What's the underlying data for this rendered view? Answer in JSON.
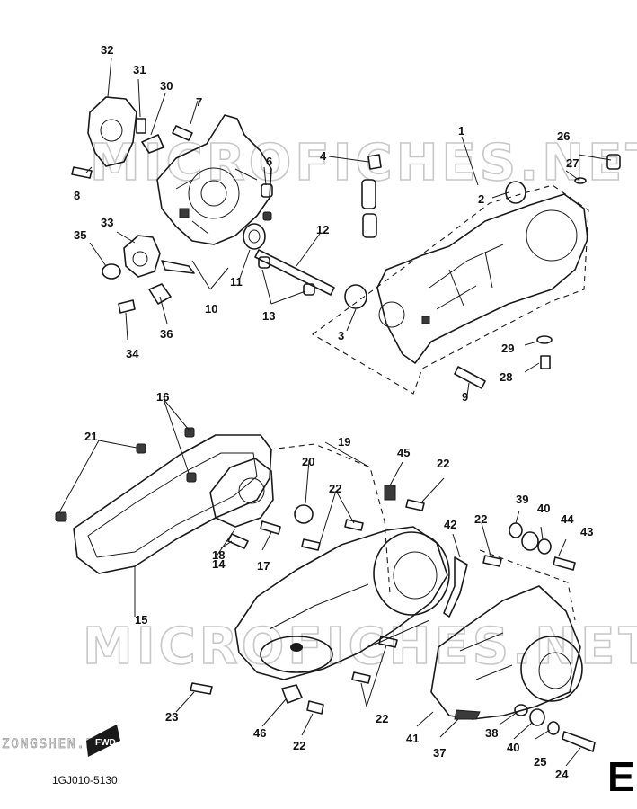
{
  "diagram": {
    "watermark": "MICROFICHES.NET",
    "footer_watermark": "ZONGSHEN.RU",
    "drawing_code": "1GJ010-5130",
    "section_letter": "E",
    "fwd_label": "FWD",
    "callouts": [
      {
        "id": "c1",
        "text": "1"
      },
      {
        "id": "c2",
        "text": "2"
      },
      {
        "id": "c3",
        "text": "3"
      },
      {
        "id": "c4",
        "text": "4"
      },
      {
        "id": "c6",
        "text": "6"
      },
      {
        "id": "c7",
        "text": "7"
      },
      {
        "id": "c8",
        "text": "8"
      },
      {
        "id": "c9",
        "text": "9"
      },
      {
        "id": "c10",
        "text": "10"
      },
      {
        "id": "c11",
        "text": "11"
      },
      {
        "id": "c12",
        "text": "12"
      },
      {
        "id": "c13",
        "text": "13"
      },
      {
        "id": "c14",
        "text": "14"
      },
      {
        "id": "c15",
        "text": "15"
      },
      {
        "id": "c16",
        "text": "16"
      },
      {
        "id": "c17",
        "text": "17"
      },
      {
        "id": "c18",
        "text": "18"
      },
      {
        "id": "c19",
        "text": "19"
      },
      {
        "id": "c20",
        "text": "20"
      },
      {
        "id": "c21",
        "text": "21"
      },
      {
        "id": "c22a",
        "text": "22"
      },
      {
        "id": "c22b",
        "text": "22"
      },
      {
        "id": "c22c",
        "text": "22"
      },
      {
        "id": "c22d",
        "text": "22"
      },
      {
        "id": "c22e",
        "text": "22"
      },
      {
        "id": "c23",
        "text": "23"
      },
      {
        "id": "c24",
        "text": "24"
      },
      {
        "id": "c25",
        "text": "25"
      },
      {
        "id": "c26",
        "text": "26"
      },
      {
        "id": "c27",
        "text": "27"
      },
      {
        "id": "c28",
        "text": "28"
      },
      {
        "id": "c29",
        "text": "29"
      },
      {
        "id": "c30",
        "text": "30"
      },
      {
        "id": "c31",
        "text": "31"
      },
      {
        "id": "c32",
        "text": "32"
      },
      {
        "id": "c33",
        "text": "33"
      },
      {
        "id": "c34",
        "text": "34"
      },
      {
        "id": "c35",
        "text": "35"
      },
      {
        "id": "c36",
        "text": "36"
      },
      {
        "id": "c37",
        "text": "37"
      },
      {
        "id": "c38",
        "text": "38"
      },
      {
        "id": "c39",
        "text": "39"
      },
      {
        "id": "c40a",
        "text": "40"
      },
      {
        "id": "c40b",
        "text": "40"
      },
      {
        "id": "c41",
        "text": "41"
      },
      {
        "id": "c42",
        "text": "42"
      },
      {
        "id": "c43",
        "text": "43"
      },
      {
        "id": "c44",
        "text": "44"
      },
      {
        "id": "c45",
        "text": "45"
      },
      {
        "id": "c46",
        "text": "46"
      }
    ]
  }
}
